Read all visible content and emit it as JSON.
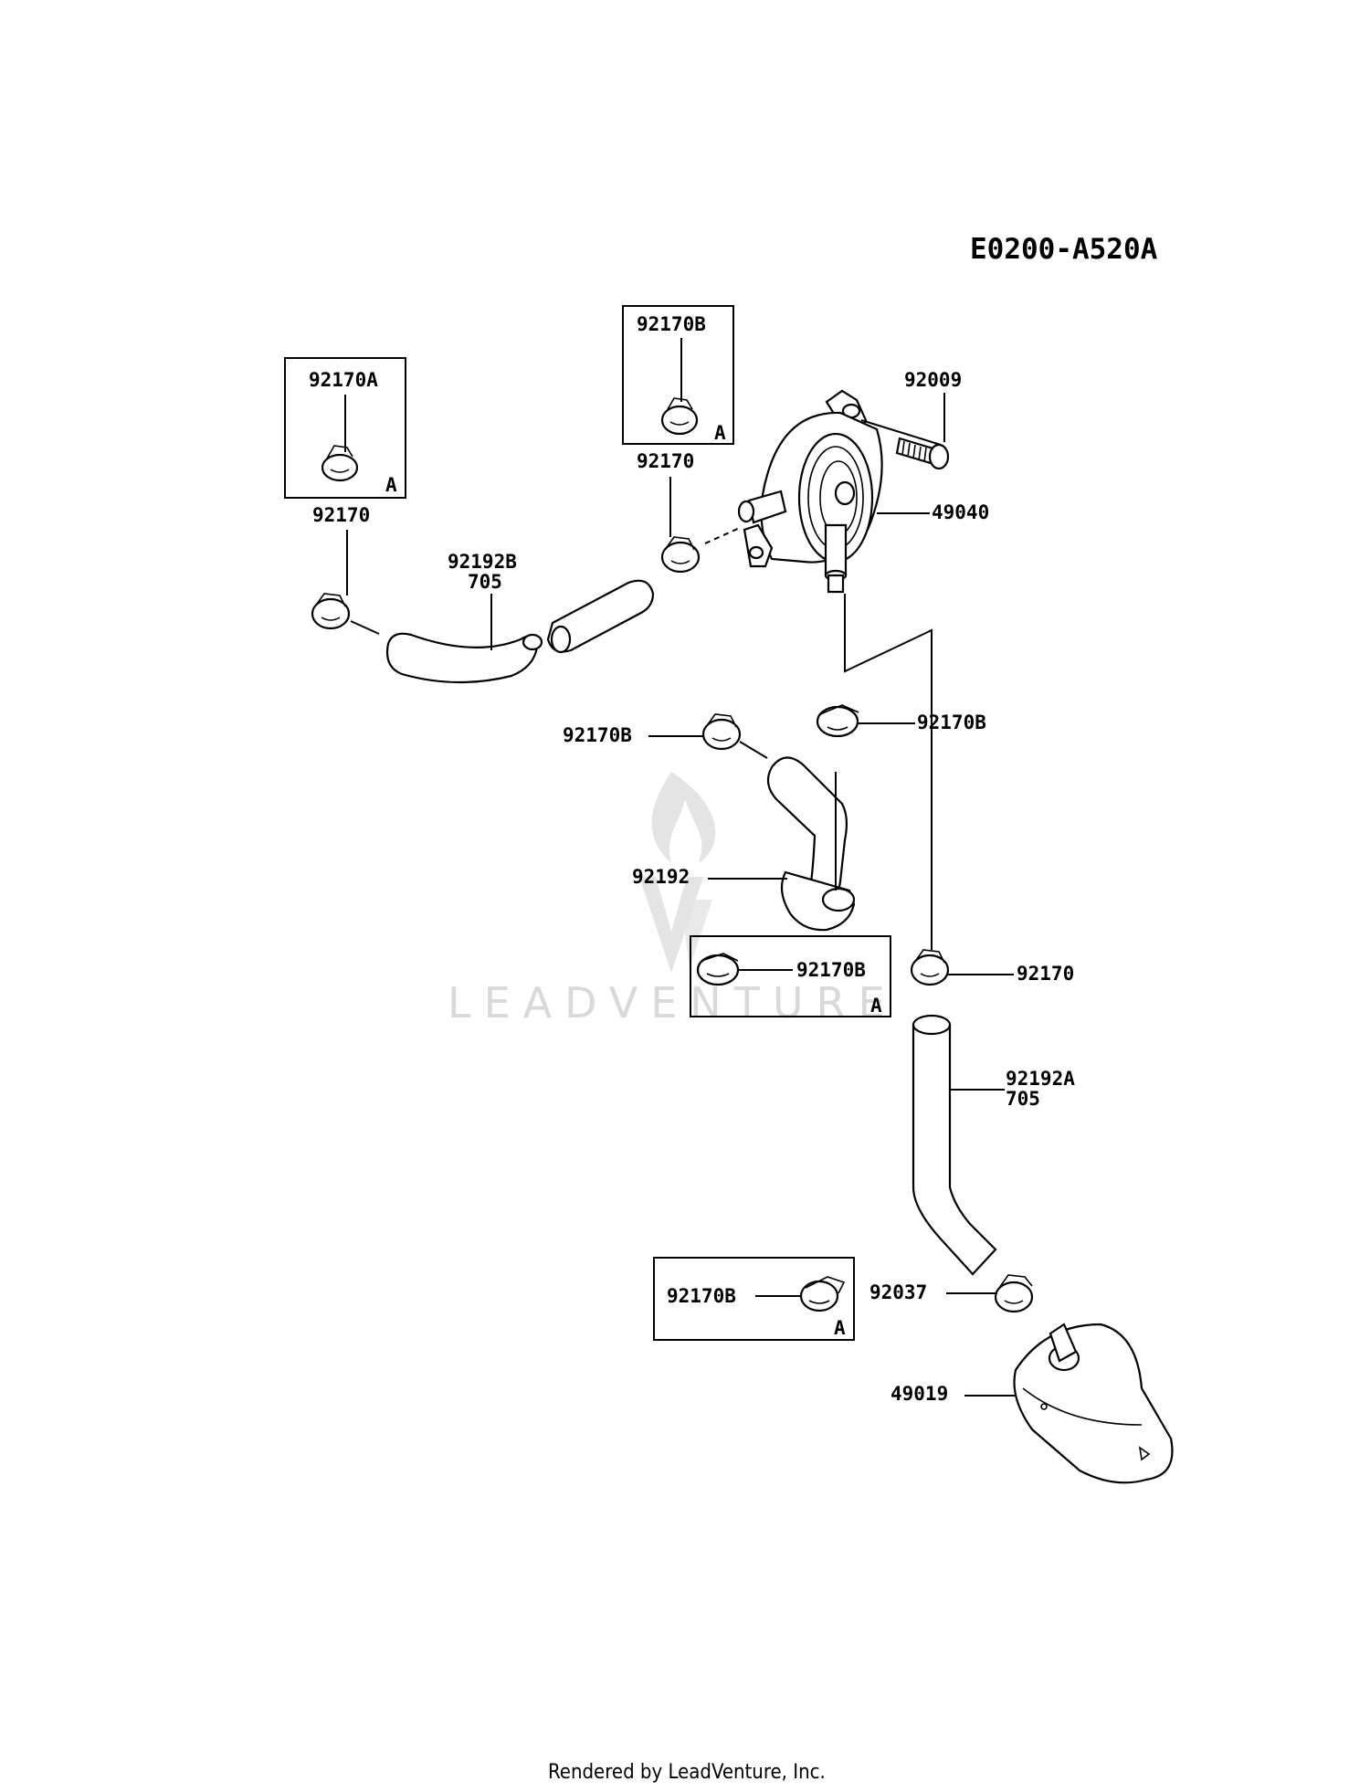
{
  "diagram_id": "E0200-A520A",
  "callouts": {
    "c1_top": "92170A",
    "c1_letter": "A",
    "c2_top": "92170B",
    "c2_letter": "A",
    "c3": "92170B",
    "c3_letter": "A",
    "c4": "92170B",
    "c4_letter": "A"
  },
  "labels": {
    "clamp_left": "92170",
    "clamp_upper": "92170",
    "bolt": "92009",
    "pump": "49040",
    "hose_top_part": "92192B",
    "hose_top_len": "705",
    "clamp_mid_left": "92170B",
    "clamp_mid_right": "92170B",
    "hose_mid": "92192",
    "clamp_low_right": "92170",
    "hose_low_part": "92192A",
    "hose_low_len": "705",
    "clamp_filter": "92037",
    "filter": "49019"
  },
  "watermark": "LEADVENTURE",
  "footer": "Rendered by LeadVenture, Inc."
}
